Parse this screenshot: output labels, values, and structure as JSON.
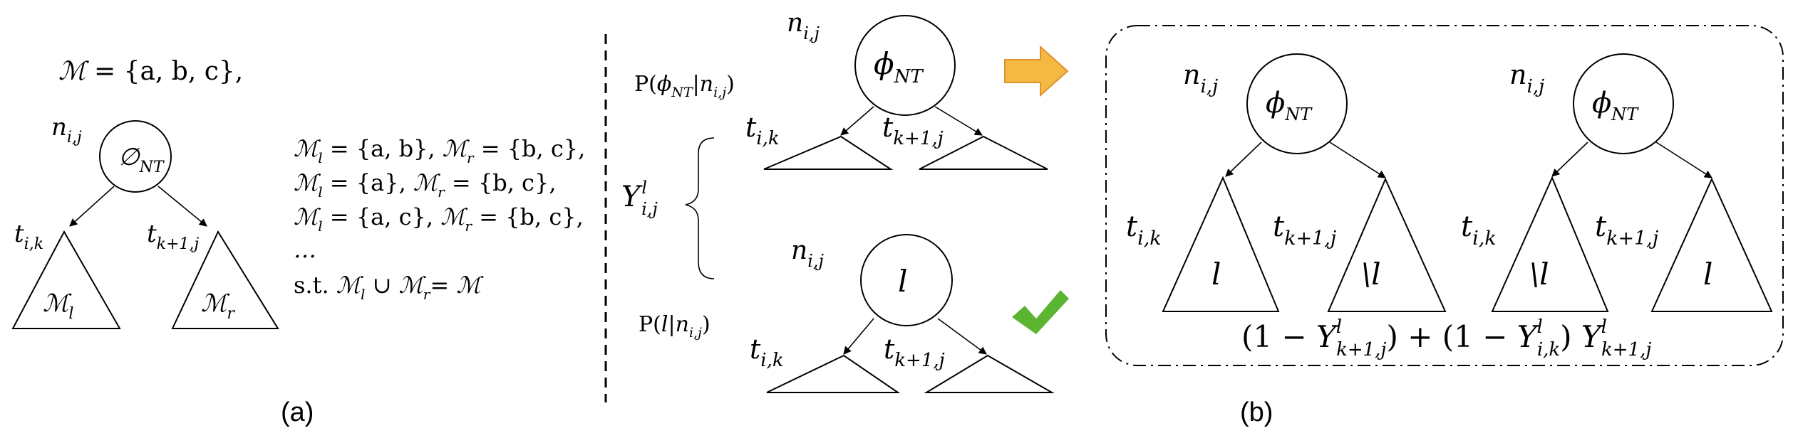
{
  "colors": {
    "ink": "#000000",
    "arrow_fill": "#f4b942",
    "arrow_stroke": "#e0902a",
    "check": "#5cb531"
  },
  "panel_a": {
    "caption": "(a)",
    "set_def": {
      "lhs": "ℳ",
      "rhs": " = {a, b, c},"
    },
    "node_label": {
      "base": "n",
      "sub": "i,j"
    },
    "node_symbol": {
      "base": "∅",
      "sub": "NT"
    },
    "left_child": {
      "base": "t",
      "sub": "i,k"
    },
    "right_child": {
      "base": "t",
      "sub": "k+1,j"
    },
    "left_triangle": {
      "base": "ℳ",
      "sub": "l"
    },
    "right_triangle": {
      "base": "ℳ",
      "sub": "r"
    },
    "splits": [
      {
        "l": "ℳ",
        "ls": "l",
        "lv": " = {a, b}, ",
        "r": "ℳ",
        "rs": "r",
        "rv": " = {b, c},"
      },
      {
        "l": "ℳ",
        "ls": "l",
        "lv": " = {a}, ",
        "r": "ℳ",
        "rs": "r",
        "rv": " = {b, c},"
      },
      {
        "l": "ℳ",
        "ls": "l",
        "lv": " = {a, c}, ",
        "r": "ℳ",
        "rs": "r",
        "rv": " = {b, c},"
      }
    ],
    "ellipsis": "…",
    "constraint": {
      "prefix": "s.t. ",
      "l": "ℳ",
      "ls": "l",
      "union": " ∪ ",
      "r": "ℳ",
      "rs": "r",
      "eq": "= ",
      "m": "ℳ"
    }
  },
  "middle": {
    "y_label": {
      "base": "Y",
      "sup": "l",
      "sub": "i,j"
    },
    "top_tree": {
      "node_label": {
        "base": "n",
        "sub": "i,j"
      },
      "node_symbol": {
        "base": "ϕ",
        "sub": "NT"
      },
      "prob": {
        "pre": "P(",
        "sym": "ϕ",
        "sub": "NT",
        "mid": "|",
        "n": "n",
        "nsub": "i,j",
        "post": ")"
      },
      "left_child": {
        "base": "t",
        "sub": "i,k"
      },
      "right_child": {
        "base": "t",
        "sub": "k+1,j"
      }
    },
    "bottom_tree": {
      "node_label": {
        "base": "n",
        "sub": "i,j"
      },
      "node_symbol": "l",
      "prob": {
        "pre": "P(",
        "sym": "l",
        "mid": "|",
        "n": "n",
        "nsub": "i,j",
        "post": ")"
      },
      "left_child": {
        "base": "t",
        "sub": "i,k"
      },
      "right_child": {
        "base": "t",
        "sub": "k+1,j"
      }
    }
  },
  "panel_b": {
    "caption": "(b)",
    "tree1": {
      "node_label": {
        "base": "n",
        "sub": "i,j"
      },
      "node_symbol": {
        "base": "ϕ",
        "sub": "NT"
      },
      "left_child": {
        "base": "t",
        "sub": "i,k"
      },
      "right_child": {
        "base": "t",
        "sub": "k+1,j"
      },
      "left_tri": "l",
      "right_tri": "\\l"
    },
    "tree2": {
      "node_label": {
        "base": "n",
        "sub": "i,j"
      },
      "node_symbol": {
        "base": "ϕ",
        "sub": "NT"
      },
      "left_child": {
        "base": "t",
        "sub": "i,k"
      },
      "right_child": {
        "base": "t",
        "sub": "k+1,j"
      },
      "left_tri": "\\l",
      "right_tri": "l"
    },
    "formula": {
      "t1": "(1 − ",
      "y1": "Y",
      "y1sup": "l",
      "y1sub": "k+1,j",
      "t2": ") + (1 − ",
      "y2": "Y",
      "y2sup": "l",
      "y2sub": "i,k",
      "t3": ") ",
      "y3": "Y",
      "y3sup": "l",
      "y3sub": "k+1,j"
    }
  }
}
